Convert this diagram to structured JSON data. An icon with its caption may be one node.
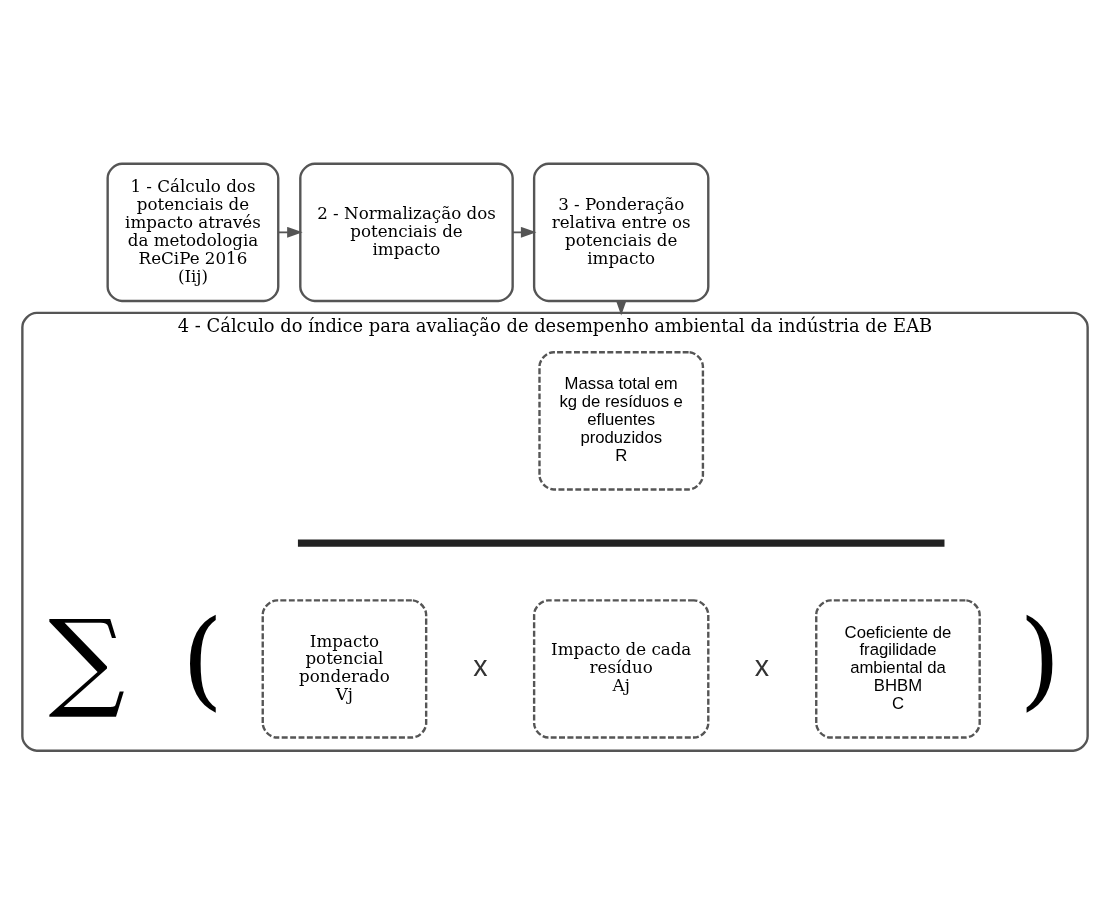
{
  "diagram": {
    "nodes": [
      {
        "text": [
          "1 - Cálculo dos potenciais de impacto através da metodologia ReCiPe 2016 (Iij)"
        ]
      },
      {
        "text": [
          "2 - Normalização dos potenciais de impacto"
        ]
      },
      {
        "text": [
          "3 - Ponderação relativa entre os potenciais de impacto"
        ]
      },
      {
        "text": [
          "4 - Cálculo do índice para avaliação de desempenho ambiental da indústria de EAB"
        ]
      },
      {
        "text": [
          "Massa total em kg de resíduos e efluentes produzidos",
          "R"
        ],
        "in": 3
      },
      {
        "text": [
          "Impacto potencial ponderado",
          "Vj"
        ],
        "in": 3
      },
      {
        "text": [
          "Impacto de cada resíduo",
          "Aj"
        ],
        "in": 3
      },
      {
        "text": [
          "Coeficiente de fragilidade ambiental da BHBM",
          "C"
        ],
        "in": 3
      }
    ],
    "edges": [
      {
        "from": 0,
        "to": 1,
        "arrow": "to"
      },
      {
        "from": 1,
        "to": 2,
        "arrow": "to"
      },
      {
        "from": 2,
        "to": 3,
        "arrow": "to"
      }
    ],
    "labels": [
      "∑",
      "(",
      "x",
      "x",
      ")"
    ]
  }
}
